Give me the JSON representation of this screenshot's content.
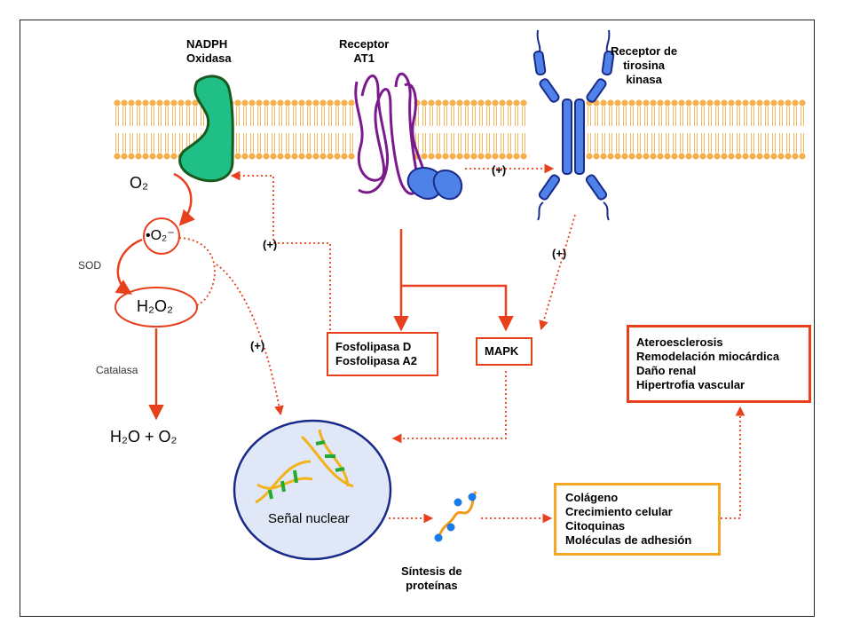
{
  "labels": {
    "nadph": "NADPH\nOxidasa",
    "at1": "Receptor\nAT1",
    "rtk": "Receptor de\ntirosina\nkinasa",
    "plus1": "(+)",
    "plus2": "(+)",
    "plus3": "(+)",
    "plus4": "(+)",
    "sod": "SOD",
    "catalasa": "Catalasa",
    "synthesis": "Síntesis de\nproteínas",
    "nuclear": "Señal nuclear"
  },
  "species": {
    "o2": "O₂",
    "superoxide": "•O₂⁻",
    "h2o2": "H₂O₂",
    "products": "H₂O + O₂"
  },
  "boxes": {
    "fosfolipasa": [
      "Fosfolipasa D",
      "Fosfolipasa A2"
    ],
    "mapk": [
      "MAPK"
    ],
    "effects": [
      "Colágeno",
      "Crecimiento celular",
      "Citoquinas",
      "Moléculas de adhesión"
    ],
    "diseases": [
      "Ateroesclerosis",
      "Remodelación miocárdica",
      "Daño renal",
      "Hipertrofia vascular"
    ]
  },
  "colors": {
    "membrane": "#f6b04e",
    "nadph": "#1fbf86",
    "at1": "#7a1a8c",
    "rtk": "#4f82e8",
    "arrow": "#e8401c",
    "effects_border": "#f5a623",
    "nucleus": "#1a2a8a"
  }
}
